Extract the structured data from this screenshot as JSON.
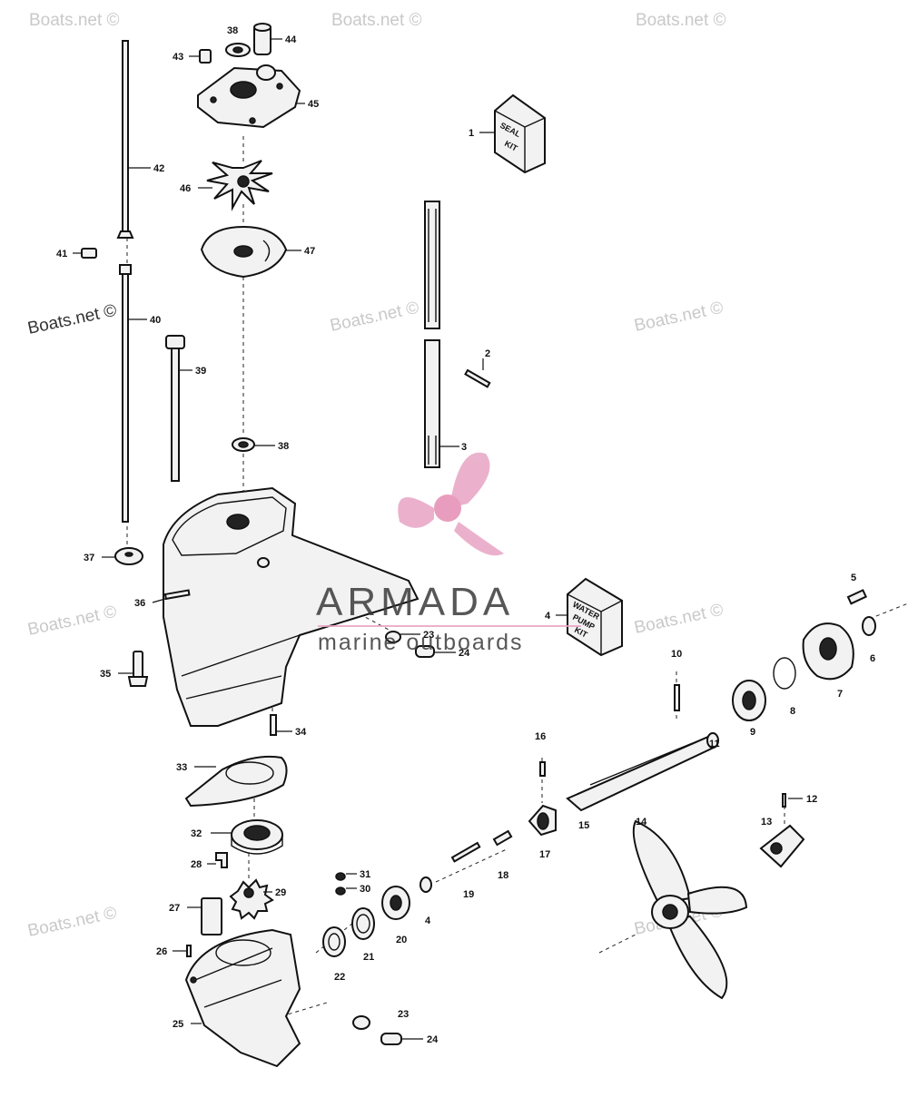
{
  "watermarks": {
    "site": "Boats.net ©",
    "brand": "ARMADA",
    "brand_sub": "marine outboards"
  },
  "kits": {
    "seal": [
      "SEAL",
      "KIT"
    ],
    "water_pump": [
      "WATER",
      "PUMP",
      "KIT"
    ]
  },
  "part_labels": {
    "p1": "1",
    "p2": "2",
    "p3": "3",
    "p4a": "4",
    "p4b": "4",
    "p5": "5",
    "p6": "6",
    "p7": "7",
    "p8": "8",
    "p9": "9",
    "p10": "10",
    "p11": "11",
    "p12": "12",
    "p13": "13",
    "p14": "14",
    "p15": "15",
    "p16": "16",
    "p17": "17",
    "p18": "18",
    "p19": "19",
    "p20": "20",
    "p21": "21",
    "p22": "22",
    "p23a": "23",
    "p23b": "23",
    "p24a": "24",
    "p24b": "24",
    "p25": "25",
    "p26": "26",
    "p27": "27",
    "p28": "28",
    "p29": "29",
    "p30": "30",
    "p31": "31",
    "p32": "32",
    "p33": "33",
    "p34": "34",
    "p35": "35",
    "p36": "36",
    "p37": "37",
    "p38": "38",
    "p39": "39",
    "p40": "40",
    "p41": "41",
    "p42": "42",
    "p43": "43",
    "p44": "44",
    "p45": "45",
    "p46": "46",
    "p47": "47",
    "p48": "38"
  },
  "colors": {
    "logo_pink": "#e8a4c4",
    "logo_center": "#e48cb4"
  }
}
